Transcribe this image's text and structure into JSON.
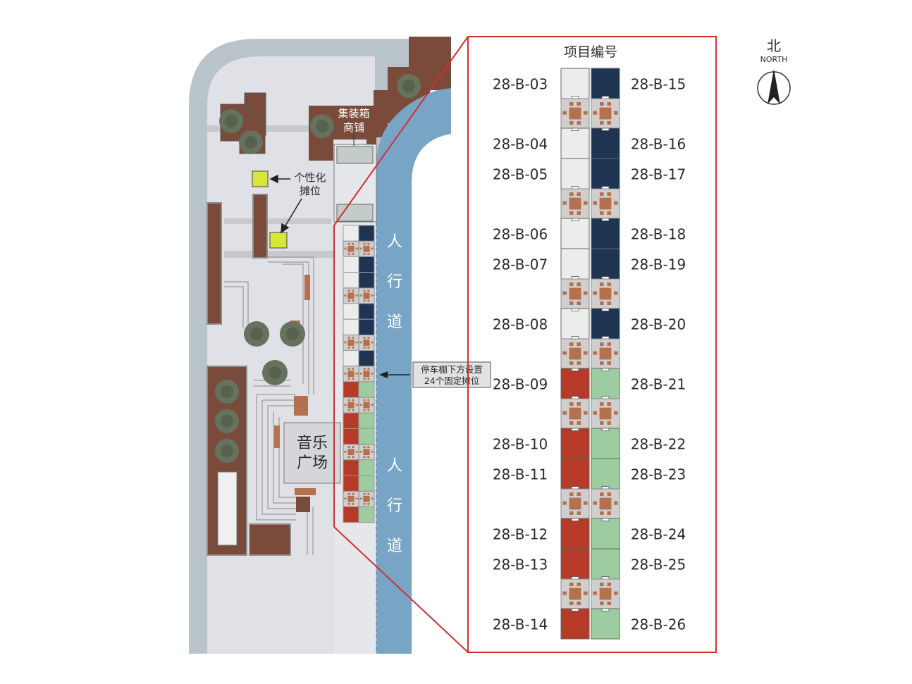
{
  "map": {
    "north": {
      "char": "北",
      "label": "NORTH"
    },
    "labels": {
      "container_shops": [
        "集装箱",
        "商铺"
      ],
      "custom_stalls": [
        "个性化",
        "摊位"
      ],
      "music_plaza": [
        "音乐",
        "广场"
      ],
      "canopy_note": [
        "停车棚下方设置",
        "24个固定摊位"
      ],
      "walkway": [
        "人",
        "行",
        "道"
      ]
    },
    "colors": {
      "white_stall": "#ececea",
      "navy_stall": "#1e3452",
      "red_stall": "#b53a27",
      "green_stall": "#9ccca0",
      "table_tile": "#cfcfcf",
      "table_brown": "#b5704e",
      "water": "#78a5c6",
      "planter": "#7a4a3a",
      "highlight": "#d32f2f",
      "custom_stall": "#d8e63c"
    }
  },
  "zoom": {
    "title": "项目编号",
    "left_column": [
      {
        "code": "28-B-03",
        "color": "white"
      },
      {
        "code": "28-B-04",
        "color": "white"
      },
      {
        "code": "28-B-05",
        "color": "white"
      },
      {
        "code": "28-B-06",
        "color": "white"
      },
      {
        "code": "28-B-07",
        "color": "white"
      },
      {
        "code": "28-B-08",
        "color": "white"
      },
      {
        "code": "28-B-09",
        "color": "red"
      },
      {
        "code": "28-B-10",
        "color": "red"
      },
      {
        "code": "28-B-11",
        "color": "red"
      },
      {
        "code": "28-B-12",
        "color": "red"
      },
      {
        "code": "28-B-13",
        "color": "red"
      },
      {
        "code": "28-B-14",
        "color": "red"
      }
    ],
    "right_column": [
      {
        "code": "28-B-15",
        "color": "navy"
      },
      {
        "code": "28-B-16",
        "color": "navy"
      },
      {
        "code": "28-B-17",
        "color": "navy"
      },
      {
        "code": "28-B-18",
        "color": "navy"
      },
      {
        "code": "28-B-19",
        "color": "navy"
      },
      {
        "code": "28-B-20",
        "color": "navy"
      },
      {
        "code": "28-B-21",
        "color": "green"
      },
      {
        "code": "28-B-22",
        "color": "green"
      },
      {
        "code": "28-B-23",
        "color": "green"
      },
      {
        "code": "28-B-24",
        "color": "green"
      },
      {
        "code": "28-B-25",
        "color": "green"
      },
      {
        "code": "28-B-26",
        "color": "green"
      }
    ]
  }
}
